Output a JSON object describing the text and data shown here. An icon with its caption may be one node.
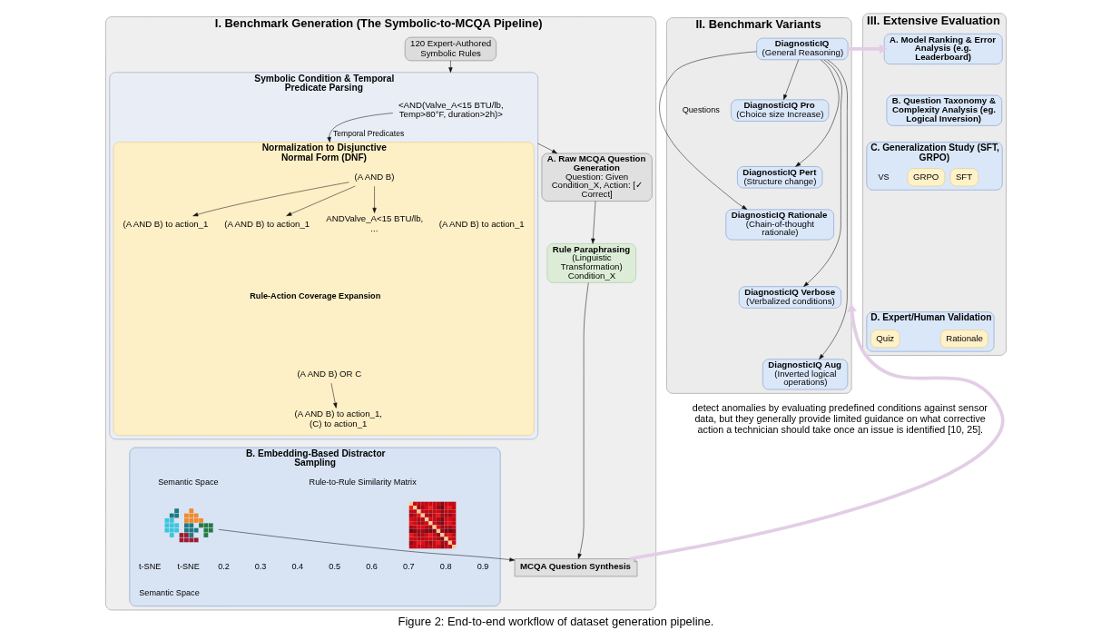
{
  "diagram": {
    "caption": "Figure 2: End-to-end workflow of dataset generation pipeline.",
    "nodes": [
      {
        "text": [
          "I. Benchmark Generation (The Symbolic-to-MCQA Pipeline)"
        ]
      },
      {
        "text": [
          "120 Expert-Authored Symbolic Rules"
        ],
        "in": 0
      },
      {
        "text": [
          "Symbolic Condition & Temporal Predicate Parsing"
        ],
        "in": 0
      },
      {
        "text": [
          "<AND(Valve_A<15 BTU/lb, Temp>80°F, duration>2h)>"
        ],
        "in": 2
      },
      {
        "text": [
          "Normalization to Disjunctive Normal Form (DNF)"
        ],
        "in": 2
      },
      {
        "text": [
          "(A AND B)"
        ],
        "in": 4
      },
      {
        "text": [
          "ANDValve_A<15 BTU/lb, ..."
        ],
        "in": 4
      },
      {
        "text": [
          "(A AND B) to action_1"
        ],
        "in": 4
      },
      {
        "text": [
          "(A AND B) to action_1"
        ],
        "in": 4
      },
      {
        "text": [
          "(A AND B) to action_1"
        ],
        "in": 4
      },
      {
        "text": [
          "(A AND B) OR C"
        ],
        "in": 4
      },
      {
        "text": [
          "(A AND B) to action_1, (C) to action_1"
        ],
        "in": 4
      },
      {
        "text": [
          "A. Raw MCQA Question Generation",
          "Question: Given Condition_X, Action: [✓ Correct]"
        ],
        "in": 0
      },
      {
        "text": [
          "Rule Paraphrasing",
          "(Linguistic Transformation)",
          "Condition_X"
        ],
        "in": 0
      },
      {
        "text": [
          "MCQA Question Synthesis"
        ],
        "in": 0
      },
      {
        "text": [
          "B. Embedding-Based Distractor Sampling"
        ],
        "in": 0
      },
      {
        "text": [],
        "shape": "picture",
        "in": 15
      },
      {
        "text": [
          "II. Benchmark Variants"
        ]
      },
      {
        "text": [
          "DiagnosticIQ",
          "(General Reasoning)"
        ],
        "in": 17
      },
      {
        "text": [
          "DiagnosticIQ Pro",
          "(Choice size Increase)"
        ],
        "in": 17
      },
      {
        "text": [
          "DiagnosticIQ Pert",
          "(Structure change)"
        ],
        "in": 17
      },
      {
        "text": [
          "DiagnosticIQ Rationale",
          "(Chain-of-thought rationale)"
        ],
        "in": 17
      },
      {
        "text": [
          "DiagnosticIQ Verbose",
          "(Verbalized conditions)"
        ],
        "in": 17
      },
      {
        "text": [
          "DiagnosticIQ Aug",
          "(Inverted logical operations)"
        ],
        "in": 17
      },
      {
        "text": [
          "III. Extensive Evaluation"
        ]
      },
      {
        "text": [
          "A. Model Ranking & Error Analysis (e.g. Leaderboard)"
        ],
        "in": 24
      },
      {
        "text": [
          "B. Question Taxonomy & Complexity Analysis (eg. Logical Inversion)"
        ],
        "in": 24
      },
      {
        "text": [
          "C. Generalization Study (SFT, GRPO)"
        ],
        "in": 24
      },
      {
        "text": [
          "SFT"
        ],
        "in": 27
      },
      {
        "text": [
          "GRPO"
        ],
        "in": 27
      },
      {
        "text": [
          "D. Expert/Human Validation"
        ],
        "in": 24
      },
      {
        "text": [
          "Rationale"
        ],
        "in": 30
      },
      {
        "text": [
          "Quiz"
        ],
        "in": 30
      }
    ],
    "edges": [
      {
        "from": 1,
        "to": 2,
        "arrow": "to"
      },
      {
        "from": 3,
        "to": 4,
        "arrow": "to",
        "label": "Temporal Predicates"
      },
      {
        "from": 5,
        "to": 6,
        "arrow": "to"
      },
      {
        "from": 5,
        "to": 8,
        "arrow": "to"
      },
      {
        "from": 5,
        "to": 9,
        "arrow": "to"
      },
      {
        "from": 10,
        "to": 11,
        "arrow": "to"
      },
      {
        "from": 2,
        "to": 12,
        "arrow": "to"
      },
      {
        "from": 12,
        "to": 13,
        "arrow": "to"
      },
      {
        "from": 13,
        "to": 14,
        "arrow": "to"
      },
      {
        "from": 16,
        "to": 14,
        "arrow": "to"
      },
      {
        "from": 14,
        "to": 17,
        "arrow": "to",
        "style": "thick",
        "color": "#e3cde6"
      },
      {
        "from": 18,
        "to": 25,
        "arrow": "to",
        "style": "thick",
        "color": "#e3cde6"
      },
      {
        "from": 18,
        "to": 19,
        "arrow": "to"
      },
      {
        "from": 18,
        "to": 20,
        "arrow": "to"
      },
      {
        "from": 18,
        "to": 21,
        "arrow": "to"
      },
      {
        "from": 18,
        "to": 22,
        "arrow": "to"
      },
      {
        "from": 18,
        "to": 23,
        "arrow": "to"
      }
    ],
    "labels": [
      "Rule-Action Coverage Expansion",
      "Rule-to-Rule Similarity Matrix",
      "0.9",
      "0.8",
      "0.7",
      "0.6",
      "0.5",
      "0.4",
      "0.3",
      "0.2",
      "Semantic Space",
      "t-SNE",
      "t-SNE",
      "Semantic Space",
      "VS",
      "Questions",
      "detect anomalies by evaluating predefined conditions against sensor data, but they generally provide limited guidance on what corrective action a technician should take once an issue is identified [10, 25]."
    ]
  }
}
